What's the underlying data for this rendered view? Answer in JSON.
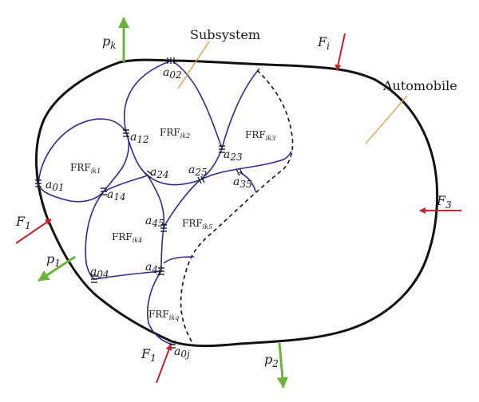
{
  "labels": {
    "subsystem": "Subsystem",
    "automobile": "Automobile"
  },
  "forces": {
    "pk": {
      "sym": "p",
      "sub": "k"
    },
    "fi": {
      "sym": "F",
      "sub": "i"
    },
    "f3": {
      "sym": "F",
      "sub": "3"
    },
    "f1_left": {
      "sym": "F",
      "sub": "1"
    },
    "p1": {
      "sym": "p",
      "sub": "1"
    },
    "f1_bottom": {
      "sym": "F",
      "sub": "1"
    },
    "p2": {
      "sym": "p",
      "sub": "2"
    }
  },
  "points": {
    "a02": {
      "sym": "a",
      "sub": "02"
    },
    "a12": {
      "sym": "a",
      "sub": "12"
    },
    "a23": {
      "sym": "a",
      "sub": "23"
    },
    "a01": {
      "sym": "a",
      "sub": "01"
    },
    "a14": {
      "sym": "a",
      "sub": "14"
    },
    "a24": {
      "sym": "a",
      "sub": "24"
    },
    "a25": {
      "sym": "a",
      "sub": "25"
    },
    "a35": {
      "sym": "a",
      "sub": "35"
    },
    "a45": {
      "sym": "a",
      "sub": "45"
    },
    "a4j": {
      "sym": "a",
      "sub": "4j"
    },
    "a04": {
      "sym": "a",
      "sub": "04"
    },
    "a0j": {
      "sym": "a",
      "sub": "0j"
    }
  },
  "frfs": {
    "ik1": {
      "main": "FRF",
      "sub": "ik1"
    },
    "ik2": {
      "main": "FRF",
      "sub": "ik2"
    },
    "ik3": {
      "main": "FRF",
      "sub": "ik3"
    },
    "ik4": {
      "main": "FRF",
      "sub": "ik4"
    },
    "ik5": {
      "main": "FRF",
      "sub": "ik5"
    },
    "ikq": {
      "main": "FRF",
      "sub": "ikq"
    }
  },
  "colors": {
    "outline": "#111111",
    "substructure": "#2e2b8c",
    "force_red": "#c8202a",
    "force_green": "#6bb33a",
    "leader": "#e09b3d"
  }
}
